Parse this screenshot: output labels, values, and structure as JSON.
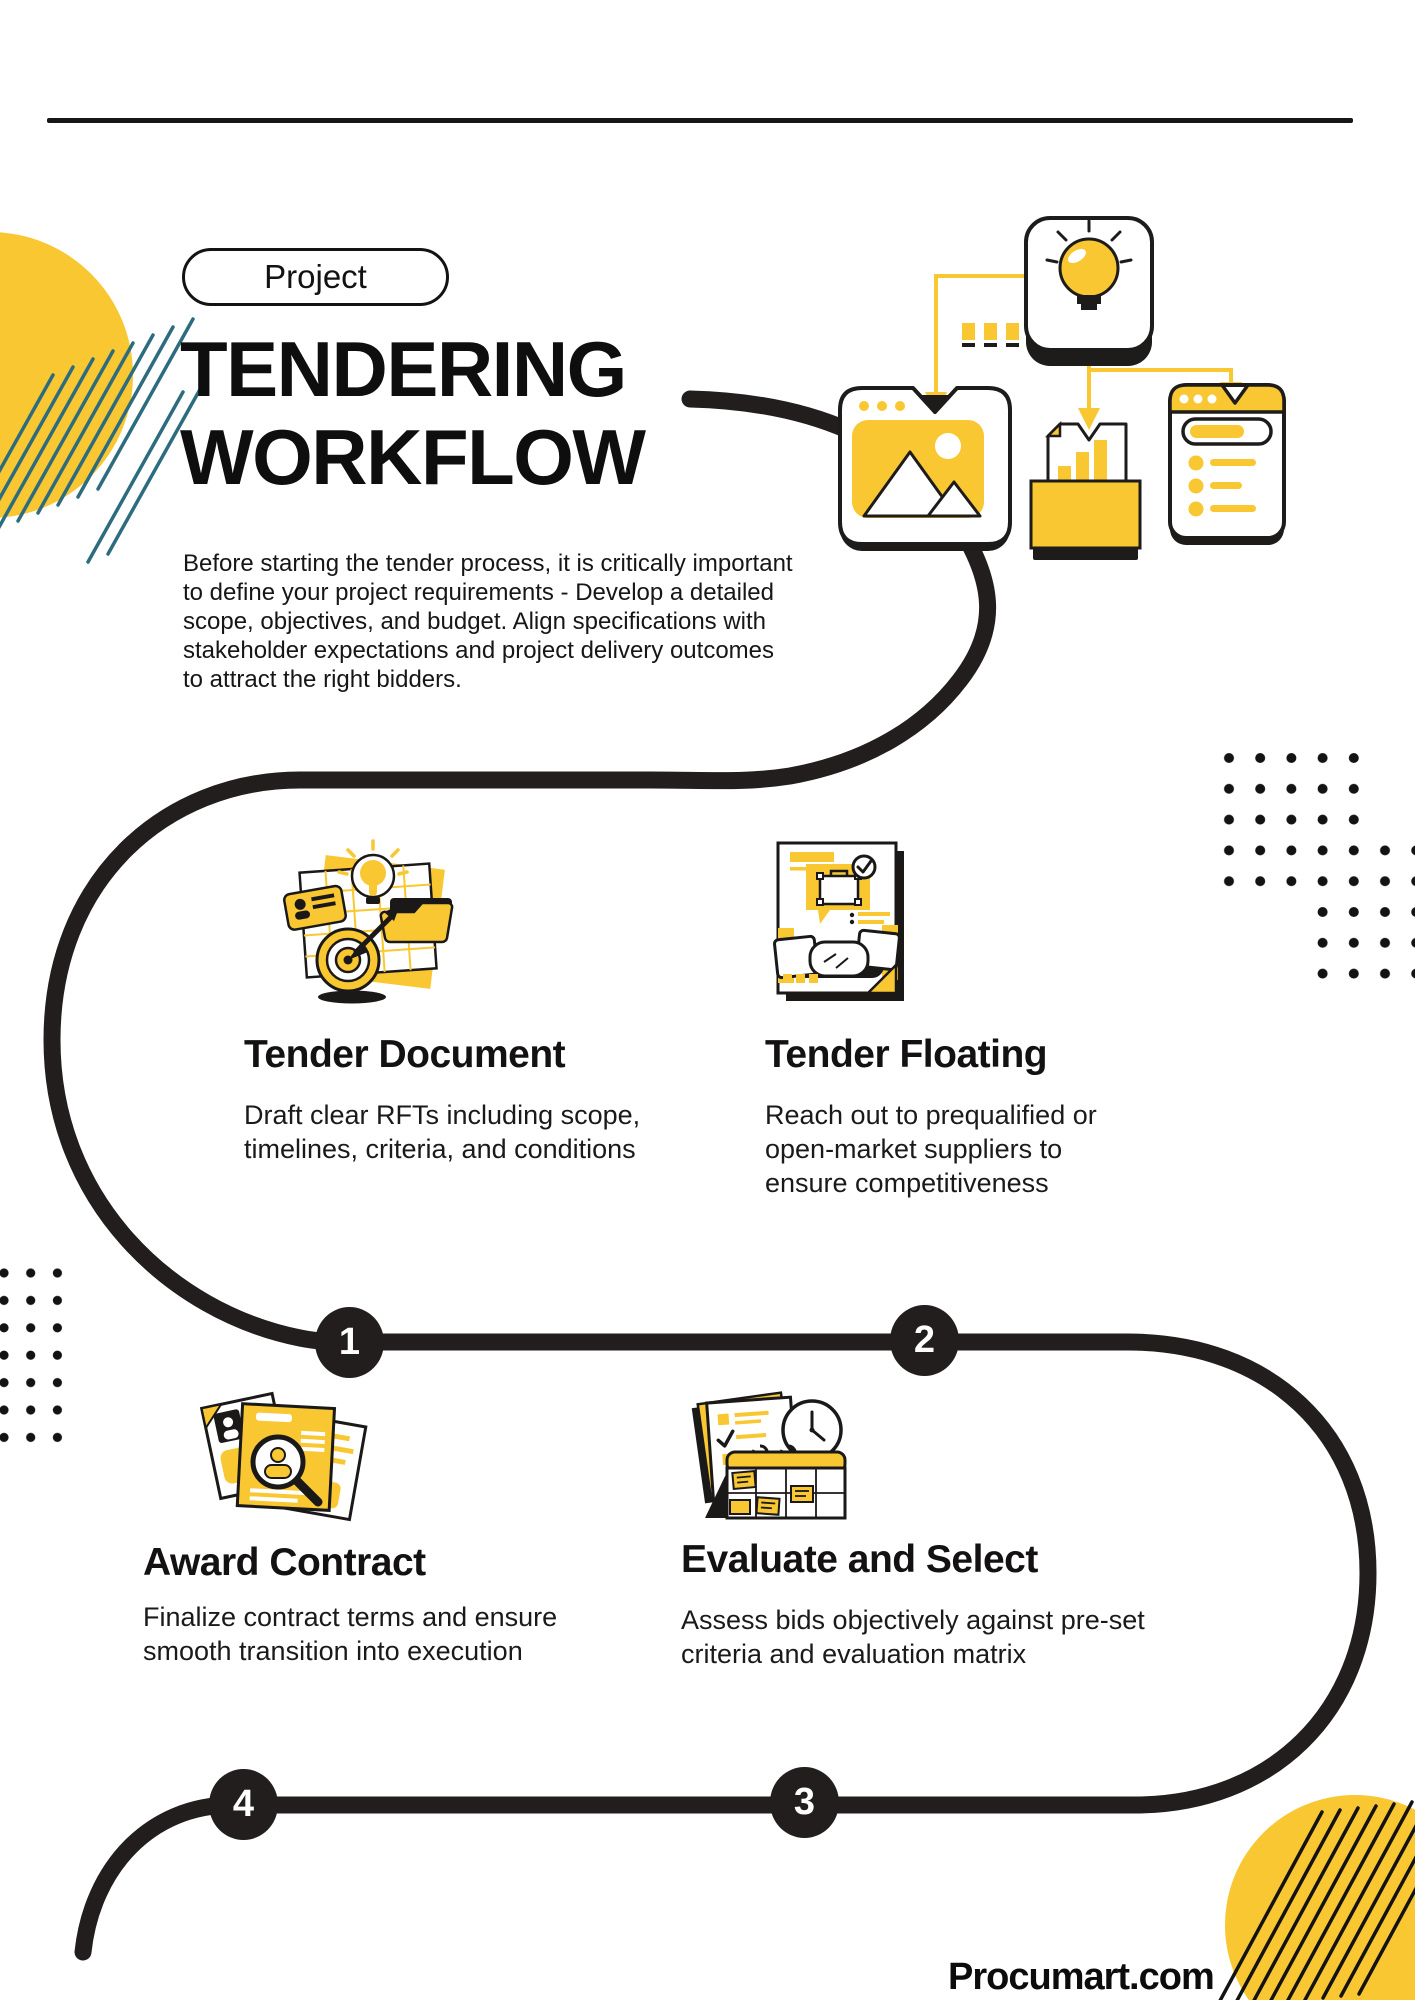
{
  "badge": {
    "label": "Project"
  },
  "title": {
    "line1": "TENDERING",
    "line2": "WORKFLOW"
  },
  "intro": {
    "text": "Before starting the tender process, it is critically important to define your project requirements - Develop a detailed scope, objectives, and budget. Align specifications with stakeholder expectations and project delivery outcomes to attract the right bidders."
  },
  "steps": [
    {
      "number": "1",
      "title": "Tender Document",
      "description": "Draft clear RFTs including scope, timelines, criteria, and conditions",
      "icon": "tender-document-icon"
    },
    {
      "number": "2",
      "title": "Tender Floating",
      "description": "Reach out to prequalified or open-market suppliers to ensure competitiveness",
      "icon": "tender-floating-icon"
    },
    {
      "number": "3",
      "title": "Evaluate and Select",
      "description": "Assess bids objectively against pre-set criteria and evaluation matrix",
      "icon": "evaluate-select-icon"
    },
    {
      "number": "4",
      "title": "Award Contract",
      "description": "Finalize contract terms and ensure smooth transition into execution",
      "icon": "award-contract-icon"
    }
  ],
  "footer": {
    "website": "Procumart.com"
  },
  "colors": {
    "accent_yellow": "#F8C731",
    "ink_black": "#221E1E",
    "stripe_teal": "#2C6C7E"
  }
}
